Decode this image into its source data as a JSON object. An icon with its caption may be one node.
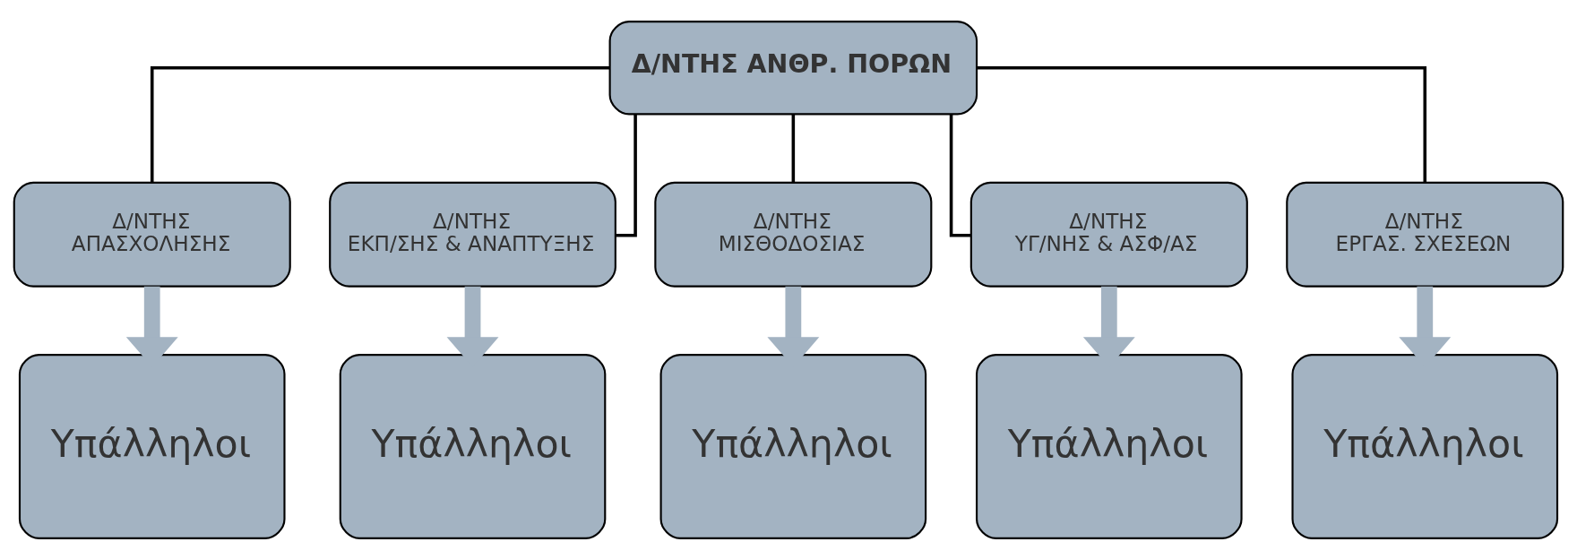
{
  "diagram": {
    "nodes": [
      {
        "text": [
          "Δ/ΝΤΗΣ ΑΝΘΡ. ΠΟΡΩΝ"
        ]
      },
      {
        "text": [
          "Δ/ΝΤΗΣ ΑΠΑΣΧΟΛΗΣΗΣ"
        ]
      },
      {
        "text": [
          "Δ/ΝΤΗΣ ΕΚΠ/ΣΗΣ & ΑΝΑΠΤΥΞΗΣ"
        ]
      },
      {
        "text": [
          "Δ/ΝΤΗΣ ΜΙΣΘΟΔΟΣΙΑΣ"
        ]
      },
      {
        "text": [
          "Δ/ΝΤΗΣ ΥΓ/ΝΗΣ & ΑΣΦ/ΑΣ"
        ]
      },
      {
        "text": [
          "Δ/ΝΤΗΣ ΕΡΓΑΣ. ΣΧΕΣΕΩΝ"
        ]
      },
      {
        "text": [
          "Υπάλληλοι"
        ]
      },
      {
        "text": [
          "Υπάλληλοι"
        ]
      },
      {
        "text": [
          "Υπάλληλοι"
        ]
      },
      {
        "text": [
          "Υπάλληλοι"
        ]
      },
      {
        "text": [
          "Υπάλληλοι"
        ]
      }
    ],
    "edges": [
      {
        "from": 0,
        "to": 1,
        "arrow": "none"
      },
      {
        "from": 0,
        "to": 2,
        "arrow": "none"
      },
      {
        "from": 0,
        "to": 3,
        "arrow": "none"
      },
      {
        "from": 0,
        "to": 4,
        "arrow": "none"
      },
      {
        "from": 0,
        "to": 5,
        "arrow": "none"
      },
      {
        "from": 1,
        "to": 6,
        "arrow": "to",
        "style": "thick",
        "color": "#a3b3c2"
      },
      {
        "from": 2,
        "to": 7,
        "arrow": "to",
        "style": "thick",
        "color": "#a3b3c2"
      },
      {
        "from": 3,
        "to": 8,
        "arrow": "to",
        "style": "thick",
        "color": "#a3b3c2"
      },
      {
        "from": 4,
        "to": 9,
        "arrow": "to",
        "style": "thick",
        "color": "#a3b3c2"
      },
      {
        "from": 5,
        "to": 10,
        "arrow": "to",
        "style": "thick",
        "color": "#a3b3c2"
      }
    ]
  }
}
